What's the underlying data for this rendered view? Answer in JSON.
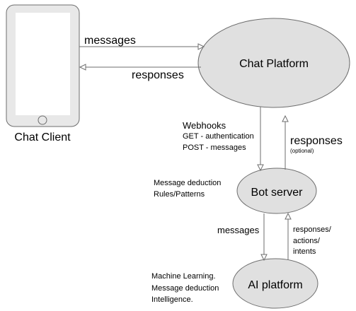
{
  "nodes": {
    "chat_client": "Chat Client",
    "chat_platform": "Chat Platform",
    "bot_server": "Bot server",
    "ai_platform": "AI platform"
  },
  "edges": {
    "client_to_platform": "messages",
    "platform_to_client": "responses",
    "platform_to_bot": [
      "Webhooks",
      "GET - authentication",
      "POST - messages"
    ],
    "bot_to_platform": "responses",
    "bot_to_platform_note": "(optional)",
    "bot_to_ai": "messages",
    "ai_to_bot": [
      "responses/",
      "actions/",
      "intents"
    ]
  },
  "notes": {
    "bot_server": [
      "Message deduction",
      "Rules/Patterns"
    ],
    "ai_platform": [
      "Machine Learning.",
      "Message deduction",
      "Intelligence."
    ]
  },
  "colors": {
    "ellipse_fill": "#e0e0e0",
    "outline": "#6e6e6e",
    "phone_body": "#e8e8e8",
    "phone_screen": "#ffffff"
  }
}
